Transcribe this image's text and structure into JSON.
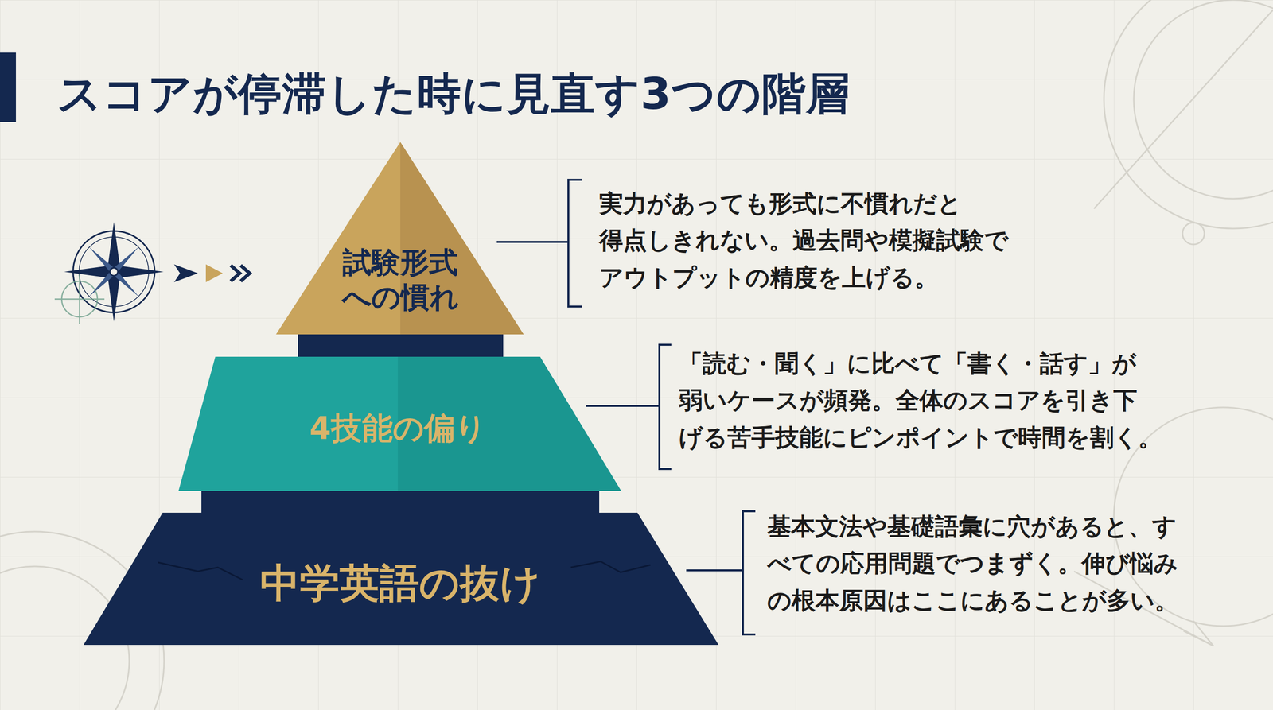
{
  "diagram": {
    "title": "スコアが停滞した時に見直す3つの階層",
    "nodes": [
      {
        "text": [
          "試験形式 への慣れ"
        ]
      },
      {
        "text": [
          "4技能の偏り"
        ]
      },
      {
        "text": [
          "中学英語の抜け"
        ]
      }
    ],
    "labels": [
      "実力があっても形式に不慣れだと 得点しきれない。過去問や模擬試験で アウトプットの精度を上げる。",
      "「読む・聞く」に比べて「書く・話す」が 弱いケースが頻発。全体のスコアを引き下 げる苦手技能にピンポイントで時間を割く。",
      "基本文法や基礎語彙に穴があると、す べての応用問題でつまずく。伸び悩み の根本原因はここにあることが多い。"
    ]
  }
}
